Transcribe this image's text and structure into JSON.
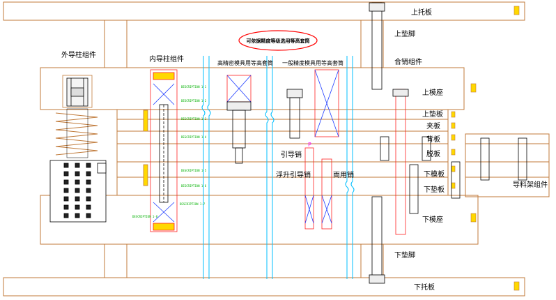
{
  "labels": {
    "top_plate": "上托板",
    "upper_foot": "上垫脚",
    "outer_guide_assembly": "外导柱组件",
    "inner_guide_assembly": "内导柱组件",
    "closing_assembly": "合销组件",
    "upper_die_seat": "上模座",
    "upper_pad": "上垫板",
    "clamp_plate": "夹板",
    "back_plate": "背板",
    "stripper_plate": "脱板",
    "lower_die_plate": "下模板",
    "lower_pad": "下垫板",
    "guide_frame_assembly": "导料架组件",
    "lower_die_seat": "下模座",
    "lower_foot": "下垫脚",
    "bottom_plate": "下托板",
    "pilot_pin": "引导销",
    "floating_pilot_pin": "浮升引导销",
    "dual_pin": "両用销",
    "pink_marker": "P",
    "precision_sleeve": "高精密模具用等高套筒",
    "general_sleeve": "一般精度模具用等高套筒",
    "adjustable_sleeve": "可依据精度等级选用等高套筒",
    "spec_lines": [
      "DESCRIPTION 1-1",
      "DESCRIPTION 1-2",
      "DESCRIPTION 1-3",
      "DESCRIPTION 1-4",
      "DESCRIPTION 1-5",
      "DESCRIPTION 1-6",
      "DESCRIPTION 1-7",
      "DESCRIPTION 1-8"
    ]
  },
  "colors": {
    "plate_line": "#c07a3a",
    "drawing_black": "#000000",
    "cyan_break": "#00bfff",
    "blue_part": "#1e3cff",
    "red_part": "#ff2020",
    "green_note": "#00b000",
    "yellow_tag": "#ffd800",
    "callout_red": "#ff0000"
  }
}
